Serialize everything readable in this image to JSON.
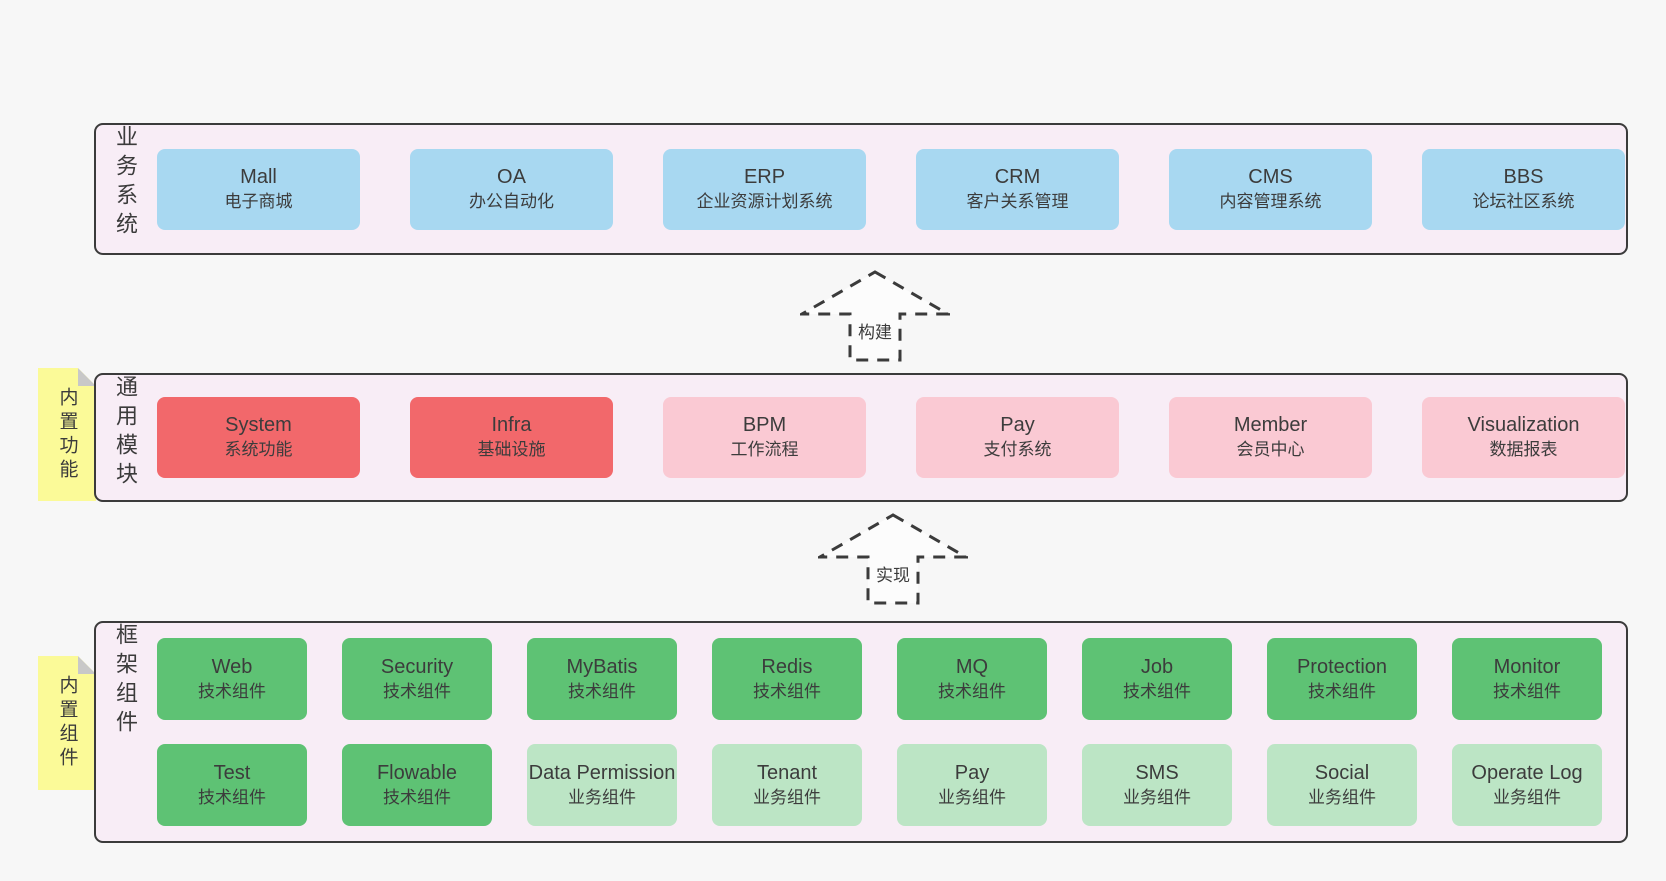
{
  "colors": {
    "page-bg": "#f7f7f7",
    "band-bg": "#f8edf6",
    "line": "#3b3b3b",
    "blue": "#a8d8f1",
    "red": "#f2686b",
    "pink": "#fac9d3",
    "green": "#5ec274",
    "lightgreen": "#bce5c5",
    "sticky": "#fbfa98",
    "fold": "#c8c8c8"
  },
  "diagram": {
    "arrows": [
      {
        "label": "构建"
      },
      {
        "label": "实现"
      }
    ],
    "bands": [
      {
        "label": "业务系统",
        "sticky": null,
        "rows": [
          [
            {
              "name": "Mall",
              "subtitle": "电子商城",
              "variant": "blue"
            },
            {
              "name": "OA",
              "subtitle": "办公自动化",
              "variant": "blue"
            },
            {
              "name": "ERP",
              "subtitle": "企业资源计划系统",
              "variant": "blue"
            },
            {
              "name": "CRM",
              "subtitle": "客户关系管理",
              "variant": "blue"
            },
            {
              "name": "CMS",
              "subtitle": "内容管理系统",
              "variant": "blue"
            },
            {
              "name": "BBS",
              "subtitle": "论坛社区系统",
              "variant": "blue"
            }
          ]
        ]
      },
      {
        "label": "通用模块",
        "sticky": "内置功能",
        "rows": [
          [
            {
              "name": "System",
              "subtitle": "系统功能",
              "variant": "red"
            },
            {
              "name": "Infra",
              "subtitle": "基础设施",
              "variant": "red"
            },
            {
              "name": "BPM",
              "subtitle": "工作流程",
              "variant": "pink"
            },
            {
              "name": "Pay",
              "subtitle": "支付系统",
              "variant": "pink"
            },
            {
              "name": "Member",
              "subtitle": "会员中心",
              "variant": "pink"
            },
            {
              "name": "Visualization",
              "subtitle": "数据报表",
              "variant": "pink"
            }
          ]
        ]
      },
      {
        "label": "框架组件",
        "sticky": "内置组件",
        "rows": [
          [
            {
              "name": "Web",
              "subtitle": "技术组件",
              "variant": "green"
            },
            {
              "name": "Security",
              "subtitle": "技术组件",
              "variant": "green"
            },
            {
              "name": "MyBatis",
              "subtitle": "技术组件",
              "variant": "green"
            },
            {
              "name": "Redis",
              "subtitle": "技术组件",
              "variant": "green"
            },
            {
              "name": "MQ",
              "subtitle": "技术组件",
              "variant": "green"
            },
            {
              "name": "Job",
              "subtitle": "技术组件",
              "variant": "green"
            },
            {
              "name": "Protection",
              "subtitle": "技术组件",
              "variant": "green"
            },
            {
              "name": "Monitor",
              "subtitle": "技术组件",
              "variant": "green"
            }
          ],
          [
            {
              "name": "Test",
              "subtitle": "技术组件",
              "variant": "green"
            },
            {
              "name": "Flowable",
              "subtitle": "技术组件",
              "variant": "green"
            },
            {
              "name": "Data Permission",
              "subtitle": "业务组件",
              "variant": "lightgreen"
            },
            {
              "name": "Tenant",
              "subtitle": "业务组件",
              "variant": "lightgreen"
            },
            {
              "name": "Pay",
              "subtitle": "业务组件",
              "variant": "lightgreen"
            },
            {
              "name": "SMS",
              "subtitle": "业务组件",
              "variant": "lightgreen"
            },
            {
              "name": "Social",
              "subtitle": "业务组件",
              "variant": "lightgreen"
            },
            {
              "name": "Operate Log",
              "subtitle": "业务组件",
              "variant": "lightgreen"
            }
          ]
        ]
      }
    ]
  }
}
